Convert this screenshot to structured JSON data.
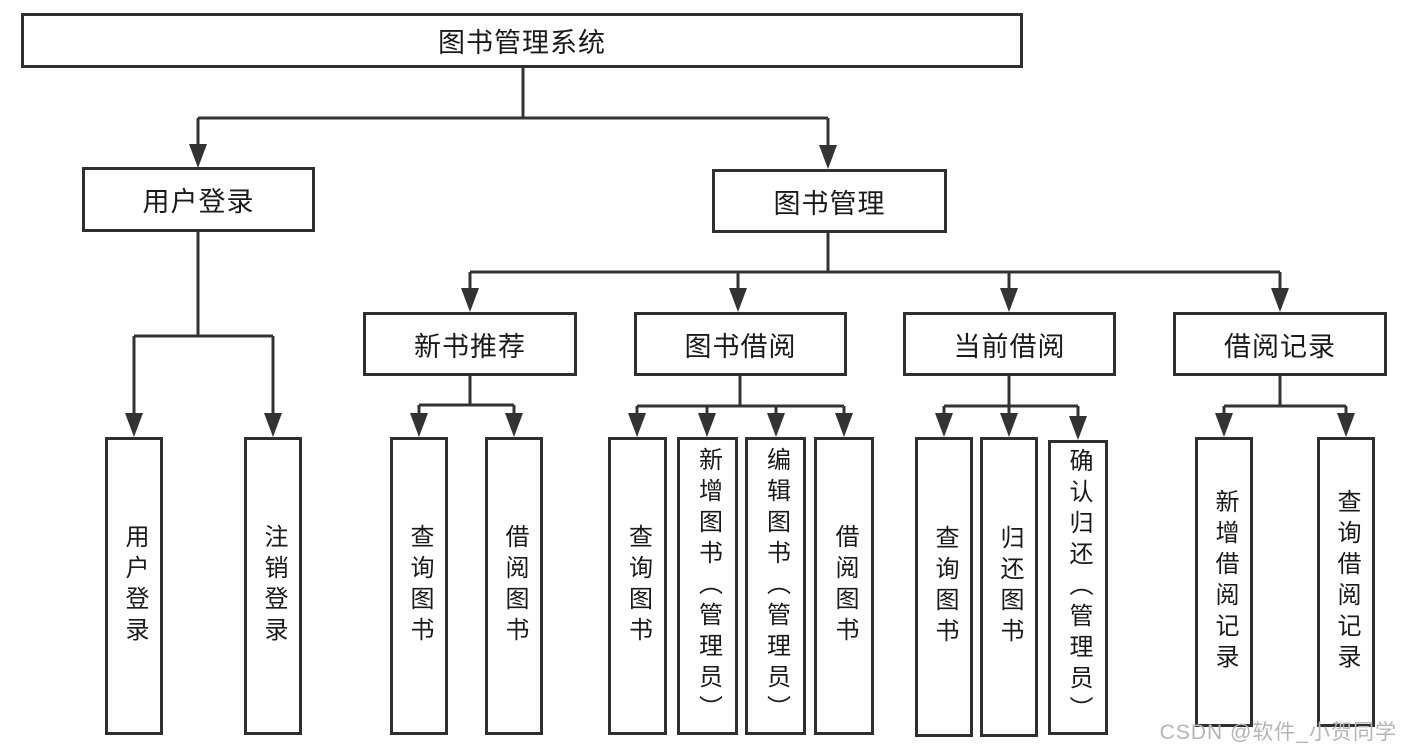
{
  "diagram_type": "hierarchy-tree",
  "colors": {
    "line": "#333333",
    "box_border": "#2f2f2f",
    "text": "#1a1a1a",
    "background": "#ffffff",
    "watermark": "#b5b5b5"
  },
  "tree": {
    "label": "图书管理系统",
    "children": [
      {
        "label": "用户登录",
        "children": [
          {
            "label": "用户登录"
          },
          {
            "label": "注销登录"
          }
        ]
      },
      {
        "label": "图书管理",
        "children": [
          {
            "label": "新书推荐",
            "children": [
              {
                "label": "查询图书"
              },
              {
                "label": "借阅图书"
              }
            ]
          },
          {
            "label": "图书借阅",
            "children": [
              {
                "label": "查询图书"
              },
              {
                "label": "新增图书（管理员）"
              },
              {
                "label": "编辑图书（管理员）"
              },
              {
                "label": "借阅图书"
              }
            ]
          },
          {
            "label": "当前借阅",
            "children": [
              {
                "label": "查询图书"
              },
              {
                "label": "归还图书"
              },
              {
                "label": "确认归还（管理员）"
              }
            ]
          },
          {
            "label": "借阅记录",
            "children": [
              {
                "label": "新增借阅记录"
              },
              {
                "label": "查询借阅记录"
              }
            ]
          }
        ]
      }
    ]
  },
  "watermark": {
    "text": "CSDN @软件_小贺同学"
  }
}
